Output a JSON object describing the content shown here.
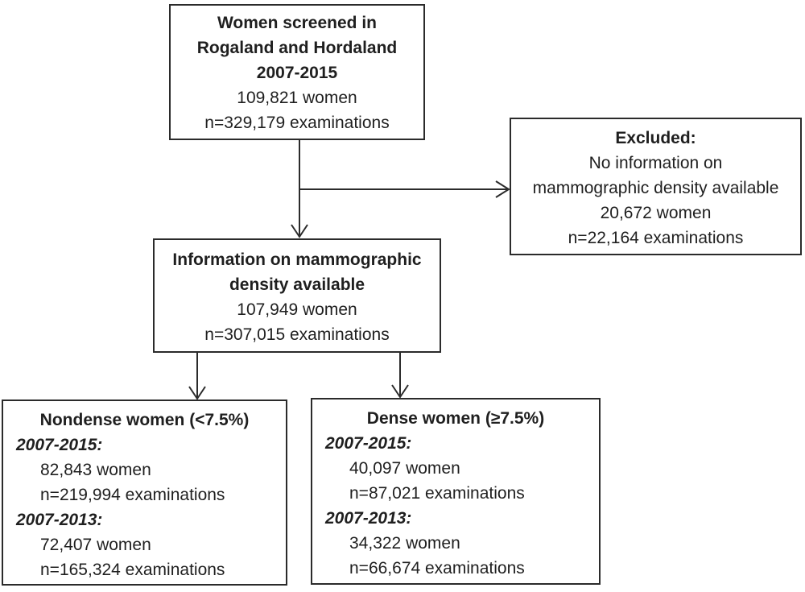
{
  "diagram": {
    "screened": {
      "title_lines": [
        "Women screened in",
        "Rogaland and Hordaland",
        "2007-2015"
      ],
      "stats": [
        "109,821 women",
        "n=329,179 examinations"
      ]
    },
    "excluded": {
      "title": "Excluded:",
      "reason_lines": [
        "No information on",
        "mammographic density available"
      ],
      "stats": [
        "20,672 women",
        "n=22,164 examinations"
      ]
    },
    "density_available": {
      "title_lines": [
        "Information on mammographic",
        "density available"
      ],
      "stats": [
        "107,949 women",
        "n=307,015 examinations"
      ]
    },
    "nondense": {
      "title": "Nondense women (<7.5%)",
      "periods": [
        {
          "label": "2007-2015:",
          "women": "82,843 women",
          "exams": "n=219,994 examinations"
        },
        {
          "label": "2007-2013:",
          "women": "72,407 women",
          "exams": "n=165,324 examinations"
        }
      ]
    },
    "dense": {
      "title": "Dense women (≥7.5%)",
      "periods": [
        {
          "label": "2007-2015:",
          "women": "40,097 women",
          "exams": "n=87,021 examinations"
        },
        {
          "label": "2007-2013:",
          "women": "34,322 women",
          "exams": "n=66,674 examinations"
        }
      ]
    },
    "colors": {
      "ink": "#1f1f1f",
      "border": "#2b2b2b",
      "background": "#ffffff"
    }
  }
}
